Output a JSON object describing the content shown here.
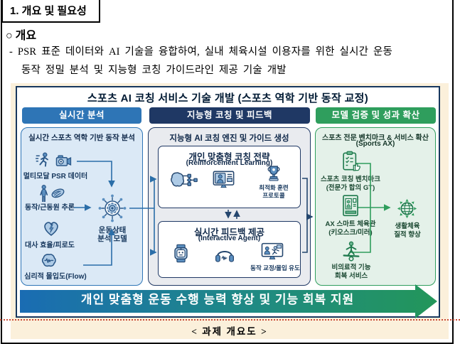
{
  "document": {
    "section_title": "1. 개요 및 필요성",
    "overview_heading": "○ 개요",
    "bullet_line1": "- PSR 표준 데이터와 AI 기술을 융합하여, 실내 체육시설 이용자를 위한 실시간 운동",
    "bullet_line2": "동작 정밀 분석 및 지능형 코칭 가이드라인 제공 기술 개발",
    "figure_caption": "< 과제 개요도 >"
  },
  "diagram": {
    "title": "스포츠 AI 코칭 서비스 기술 개발 (스포츠 역학 기반 동작 교정)",
    "colors": {
      "blue": "#2e75b6",
      "navy": "#1f3864",
      "green": "#2f9e5d",
      "cream": "#fbf0db"
    },
    "left_column": {
      "header": "실시간 분석",
      "panel_title": "실시간 스포츠 역학 기반 동작 분석",
      "items": [
        {
          "label": "멀티모달 PSR 데이터",
          "icon": "runner-camera-icon"
        },
        {
          "label": "동작/근동원 추론",
          "icon": "body-muscle-icon"
        },
        {
          "label": "대사 효율/피로도",
          "icon": "heart-bolt-icon"
        },
        {
          "label": "심리적 몰입도(Flow)",
          "icon": "brain-wave-icon"
        }
      ],
      "hub_label": "운동상태\n분석 모델"
    },
    "middle_column": {
      "header": "지능형 코칭 및 피드백",
      "panel_title": "지능형 AI 코칭 엔진 및 가이드 생성",
      "box1": {
        "title": "개인 맞춤형 코칭 전략",
        "subtitle": "(Reinforcement Learning)",
        "caption": "최적화 훈련\n프로토콜"
      },
      "box2": {
        "title": "실시간 피드백 제공",
        "subtitle": "(Interactive Agent)",
        "caption": "동작 교정/몰입 유도"
      }
    },
    "right_column": {
      "header": "모델 검증 및 성과 확산",
      "panel_title": "스포츠 전문 벤치마크 & 서비스 확산",
      "panel_subtitle": "(Sports AX)",
      "items": [
        {
          "label": "스포츠 코칭 벤치마크\n(전문가 합의 GT)",
          "icon": "clipboard-check-icon"
        },
        {
          "label": "AX 스마트 체육관\n(키오스크/미러)",
          "icon": "kiosk-icon"
        },
        {
          "label": "비의료적 기능\n회복 서비스",
          "icon": "balance-board-icon"
        }
      ],
      "outcome_label": "생활체육\n질적 향상"
    },
    "bottom_arrow_text": "개인 맞춤형 운동 수행 능력 향상 및 기능 회복 지원"
  }
}
